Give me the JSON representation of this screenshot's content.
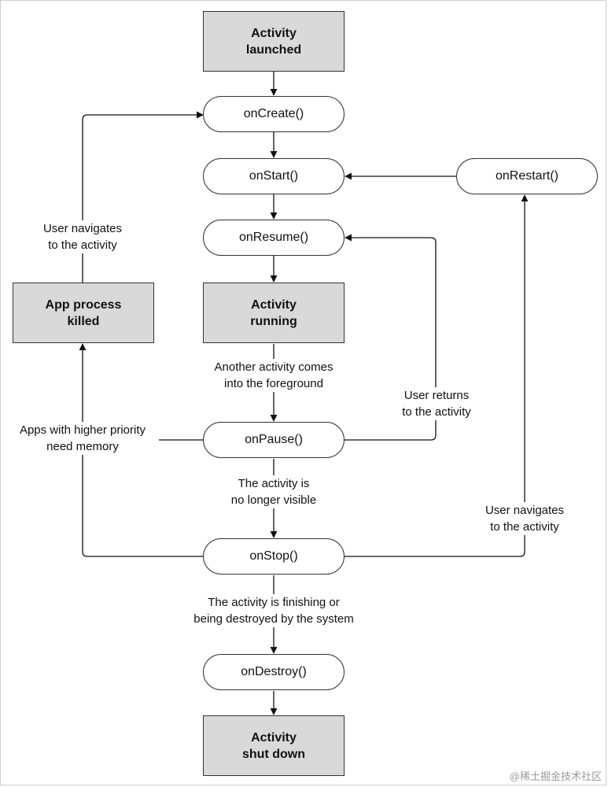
{
  "nodes": {
    "activity_launched": [
      "Activity",
      "launched"
    ],
    "on_create": "onCreate()",
    "on_start": "onStart()",
    "on_restart": "onRestart()",
    "on_resume": "onResume()",
    "activity_running": [
      "Activity",
      "running"
    ],
    "app_process_killed": [
      "App process",
      "killed"
    ],
    "on_pause": "onPause()",
    "on_stop": "onStop()",
    "on_destroy": "onDestroy()",
    "activity_shut_down": [
      "Activity",
      "shut down"
    ]
  },
  "labels": {
    "user_navigates_left": [
      "User navigates",
      "to the activity"
    ],
    "another_activity": [
      "Another activity comes",
      "into the foreground"
    ],
    "user_returns": [
      "User returns",
      "to the activity"
    ],
    "apps_higher_priority": [
      "Apps with higher priority",
      "need memory"
    ],
    "no_longer_visible": [
      "The activity is",
      "no longer visible"
    ],
    "user_navigates_right": [
      "User navigates",
      "to the activity"
    ],
    "finishing": [
      "The activity is finishing or",
      "being destroyed by the system"
    ]
  },
  "watermark": "@稀土掘金技术社区"
}
